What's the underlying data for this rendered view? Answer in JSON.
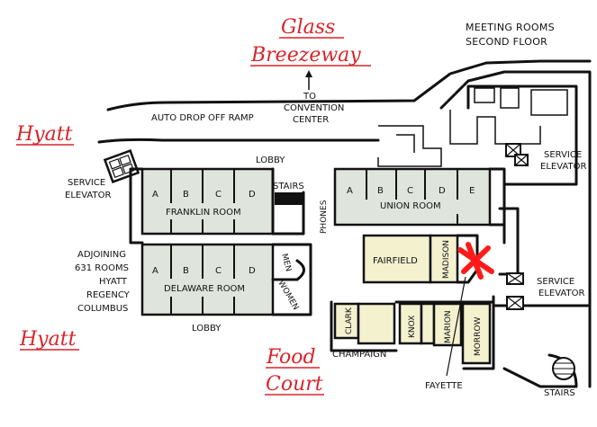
{
  "handwritten": {
    "glass_line1": "Glass",
    "glass_line2": "Breezeway",
    "hyatt_top": "Hyatt",
    "hyatt_bottom": "Hyatt",
    "food_line1": "Food",
    "food_line2": "Court"
  },
  "labels": {
    "meeting_line1": "MEETING ROOMS",
    "meeting_line2": "SECOND FLOOR",
    "to_line1": "TO",
    "to_line2": "CONVENTION",
    "to_line3": "CENTER",
    "auto_ramp": "AUTO DROP OFF RAMP",
    "lobby_top": "LOBBY",
    "lobby_bottom": "LOBBY",
    "stairs_left": "STAIRS",
    "stairs_bottom": "STAIRS",
    "phones": "PHONES",
    "service_elevator_left_1": "SERVICE",
    "service_elevator_left_2": "ELEVATOR",
    "service_elevator_right_top_1": "SERVICE",
    "service_elevator_right_top_2": "ELEVATOR",
    "service_elevator_right_mid_1": "SERVICE",
    "service_elevator_right_mid_2": "ELEVATOR",
    "adjoining_1": "ADJOINING",
    "adjoining_2": "631 ROOMS",
    "adjoining_3": "HYATT",
    "adjoining_4": "REGENCY",
    "adjoining_5": "COLUMBUS",
    "champaign": "CHAMPAIGN",
    "fayette": "FAYETTE",
    "men": "MEN",
    "women": "WOMEN"
  },
  "rooms": {
    "franklin": {
      "name": "FRANKLIN ROOM",
      "sections": [
        "A",
        "B",
        "C",
        "D"
      ]
    },
    "delaware": {
      "name": "DELAWARE ROOM",
      "sections": [
        "A",
        "B",
        "C",
        "D"
      ]
    },
    "union": {
      "name": "UNION ROOM",
      "sections": [
        "A",
        "B",
        "C",
        "D",
        "E"
      ]
    },
    "fairfield": "FAIRFIELD",
    "madison": "MADISON",
    "clark": "CLARK",
    "knox": "KNOX",
    "marion": "MARION",
    "morrow": "MORROW"
  },
  "colors": {
    "room_green": "#dfe5dc",
    "room_yellow": "#f4f1cf",
    "annotation_red": "#d8242a",
    "marker_red": "#ff1a1a"
  },
  "icons": {
    "arrow": "up-arrow-icon",
    "marker": "red-x-marker-icon",
    "elevator": "elevator-icon"
  }
}
